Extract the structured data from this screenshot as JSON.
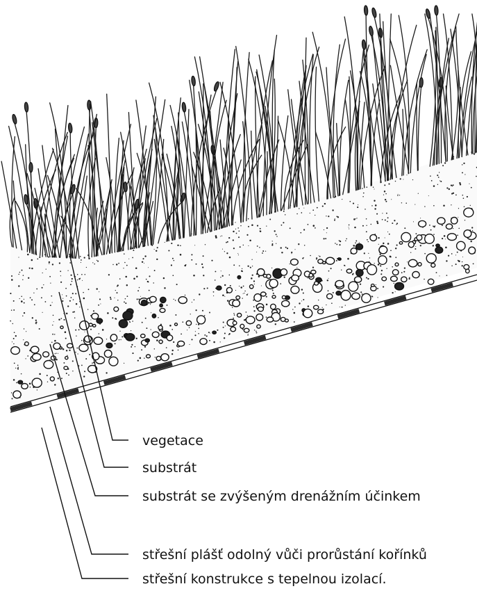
{
  "labels": [
    "vegetace",
    "substrát",
    "substrát se zvýšeným drenážním účinkem",
    "střešní plášť odolný vůči prorůstání kořínků",
    "střešní konstrukce s tepelnou izolací."
  ],
  "colors": {
    "ink": "#111111",
    "background": "#ffffff",
    "membrane": "#2a2a2a"
  }
}
